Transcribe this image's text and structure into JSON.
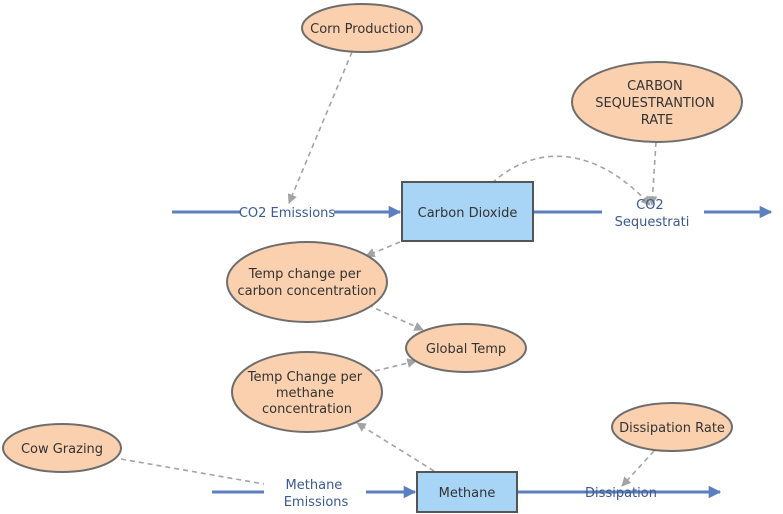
{
  "colors": {
    "aux_fill": "#fbd0ae",
    "aux_stroke": "#6d6d6d",
    "stock_fill": "#a8d4f5",
    "stock_stroke": "#555555",
    "flow": "#5b7fbf",
    "link": "#a3a3a3",
    "flow_text": "#3b5a8f",
    "node_text": "#333333"
  },
  "nodes": {
    "corn_production": {
      "lines": [
        "Corn Production"
      ]
    },
    "carbon_sequestration_rate": {
      "lines": [
        "CARBON",
        "SEQUESTRANTION",
        "RATE"
      ]
    },
    "carbon_dioxide": {
      "lines": [
        "Carbon Dioxide"
      ]
    },
    "temp_change_carbon": {
      "lines": [
        "Temp change per",
        "carbon concentration"
      ]
    },
    "global_temp": {
      "lines": [
        "Global Temp"
      ]
    },
    "temp_change_methane": {
      "lines": [
        "Temp Change per",
        "methane",
        "concentration"
      ]
    },
    "cow_grazing": {
      "lines": [
        "Cow Grazing"
      ]
    },
    "dissipation_rate": {
      "lines": [
        "Dissipation Rate"
      ]
    },
    "methane": {
      "lines": [
        "Methane"
      ]
    }
  },
  "flows": {
    "co2_emissions": {
      "lines": [
        "CO2 Emissions"
      ]
    },
    "co2_sequestration": {
      "lines": [
        "CO2",
        "Sequestrati"
      ]
    },
    "methane_emissions": {
      "lines": [
        "Methane",
        "Emissions"
      ]
    },
    "dissipation": {
      "lines": [
        "Dissipation"
      ]
    }
  }
}
